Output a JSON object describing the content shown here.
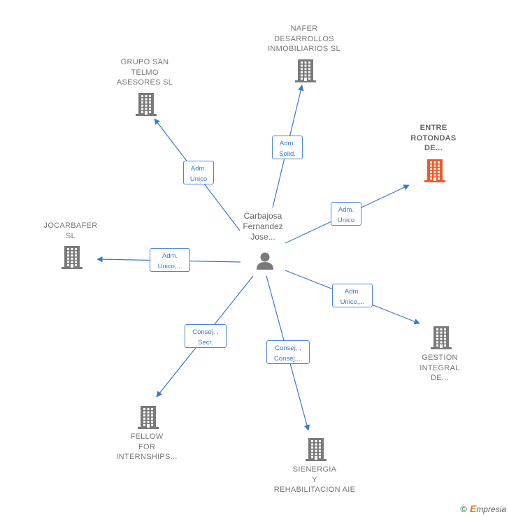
{
  "center": {
    "label": "Carbajosa\nFernandez\nJose..."
  },
  "nodes": [
    {
      "id": "nafer",
      "label": "NAFER\nDESARROLLOS\nINMOBILIARIOS SL"
    },
    {
      "id": "grupo",
      "label": "GRUPO SAN\nTELMO\nASESORES SL"
    },
    {
      "id": "entre",
      "label": "ENTRE\nROTONDAS\nDE...",
      "highlight": true
    },
    {
      "id": "jocar",
      "label": "JOCARBAFER\nSL"
    },
    {
      "id": "gestion",
      "label": "GESTION\nINTEGRAL\nDE..."
    },
    {
      "id": "fellow",
      "label": "FELLOW\nFOR\nINTERNSHIPS..."
    },
    {
      "id": "sienergia",
      "label": "SIENERGIA\nY\nREHABILITACION AIE"
    }
  ],
  "edges": [
    {
      "to": "nafer",
      "label": "Adm.\nSolid."
    },
    {
      "to": "grupo",
      "label": "Adm.\nUnico"
    },
    {
      "to": "entre",
      "label": "Adm.\nUnico"
    },
    {
      "to": "jocar",
      "label": "Adm.\nUnico,..."
    },
    {
      "to": "gestion",
      "label": "Adm.\nUnico,..."
    },
    {
      "to": "fellow",
      "label": "Consej. ,\nSecr."
    },
    {
      "to": "sienergia",
      "label": "Consej. ,\nConsej...."
    }
  ],
  "colors": {
    "edge": "#3b78cc",
    "building": "#7a7a7a",
    "highlight": "#f0592a",
    "person": "#7a7a7a"
  },
  "footer": {
    "copyright": "©",
    "brand_initial": "E",
    "brand_rest": "mpresia"
  }
}
